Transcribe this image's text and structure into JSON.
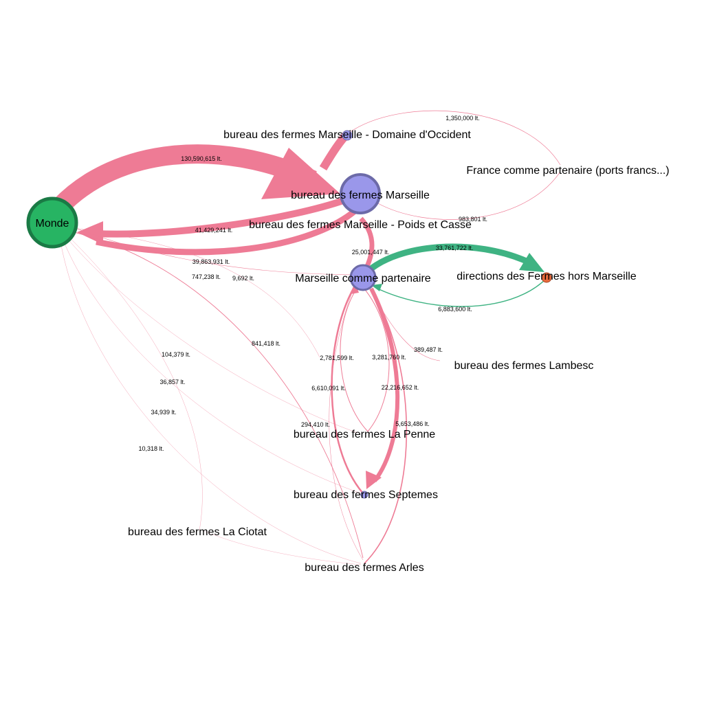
{
  "colors": {
    "pink": "#ee7b95",
    "green": "#3fb383",
    "blue_node": "#9a97ea",
    "blue_stroke": "#6c6aa8",
    "green_node": "#27b463",
    "green_stroke": "#1a7a45",
    "orange_node": "#e86a3c"
  },
  "nodes": [
    {
      "id": "monde",
      "label": "Monde"
    },
    {
      "id": "bfm",
      "label": "bureau des fermes Marseille"
    },
    {
      "id": "bfm_do",
      "label": "bureau des fermes Marseille - Domaine d'Occident"
    },
    {
      "id": "france",
      "label": "France comme partenaire (ports francs...)"
    },
    {
      "id": "bfm_pc",
      "label": "bureau des fermes Marseille - Poids et Casse"
    },
    {
      "id": "mcp",
      "label": "Marseille comme partenaire"
    },
    {
      "id": "dfhm",
      "label": "directions des Fermes hors Marseille"
    },
    {
      "id": "lambesc",
      "label": "bureau des fermes Lambesc"
    },
    {
      "id": "lapenne",
      "label": "bureau des fermes La Penne"
    },
    {
      "id": "septemes",
      "label": "bureau des fermes Septemes"
    },
    {
      "id": "laciotat",
      "label": "bureau des fermes La Ciotat"
    },
    {
      "id": "arles",
      "label": "bureau des fermes Arles"
    }
  ],
  "edges": [
    {
      "id": "e1",
      "label": "130,590,615 lt."
    },
    {
      "id": "e2",
      "label": "41,429,241 lt."
    },
    {
      "id": "e3",
      "label": "39,863,931 lt."
    },
    {
      "id": "e4",
      "label": "1,350,000 lt."
    },
    {
      "id": "e5",
      "label": "983,801 lt."
    },
    {
      "id": "e6",
      "label": "25,001,447 lt."
    },
    {
      "id": "e7",
      "label": "33,761,722 lt."
    },
    {
      "id": "e8",
      "label": "6,883,600 lt."
    },
    {
      "id": "e9",
      "label": "747,238 lt."
    },
    {
      "id": "e10",
      "label": "9,692 lt."
    },
    {
      "id": "e11",
      "label": "841,418 lt."
    },
    {
      "id": "e12",
      "label": "389,487 lt."
    },
    {
      "id": "e13",
      "label": "2,781,599 lt."
    },
    {
      "id": "e14",
      "label": "3,281,760 lt."
    },
    {
      "id": "e15",
      "label": "6,610,091 lt."
    },
    {
      "id": "e16",
      "label": "22,216,652 lt."
    },
    {
      "id": "e17",
      "label": "294,410 lt."
    },
    {
      "id": "e18",
      "label": "5,653,486 lt."
    },
    {
      "id": "e19",
      "label": "104,379 lt."
    },
    {
      "id": "e20",
      "label": "36,857 lt."
    },
    {
      "id": "e21",
      "label": "34,939 lt."
    },
    {
      "id": "e22",
      "label": "10,318 lt."
    }
  ]
}
